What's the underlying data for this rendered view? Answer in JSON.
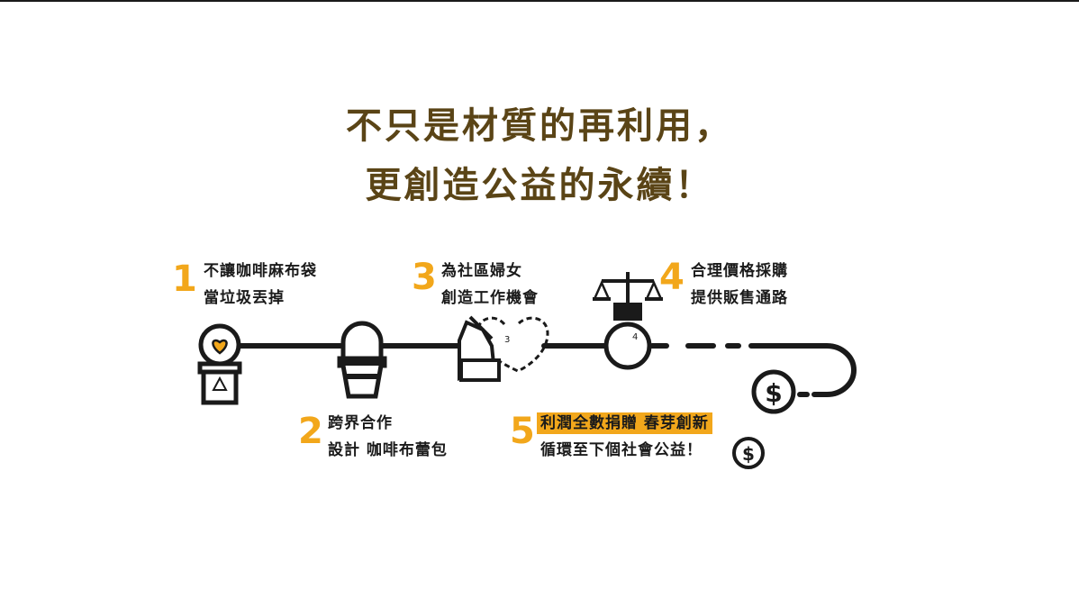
{
  "title": {
    "line1": "不只是材質的再利用，",
    "line2": "更創造公益的永續！"
  },
  "steps": [
    {
      "number": "1",
      "line1": "不讓咖啡麻布袋",
      "line2": "當垃圾丟掉"
    },
    {
      "number": "2",
      "line1": "跨界合作",
      "line2": "設計 咖啡布蕾包"
    },
    {
      "number": "3",
      "line1": "為社區婦女",
      "line2": "創造工作機會",
      "icon_label": "3"
    },
    {
      "number": "4",
      "line1": "合理價格採購",
      "line2": "提供販售通路",
      "icon_label": "4"
    },
    {
      "number": "5",
      "line1": "利潤全數捐贈 春芽創新",
      "line2": "循環至下個社會公益！"
    }
  ],
  "colors": {
    "title": "#5a4416",
    "accent": "#f2a71b",
    "ink": "#1a1a1a"
  },
  "icons": [
    "heart-recycle-bin-icon",
    "coffee-cup-icon",
    "hand-heart-icon",
    "scale-weight-icon",
    "dollar-coin-icon",
    "dollar-coin-small-icon"
  ]
}
